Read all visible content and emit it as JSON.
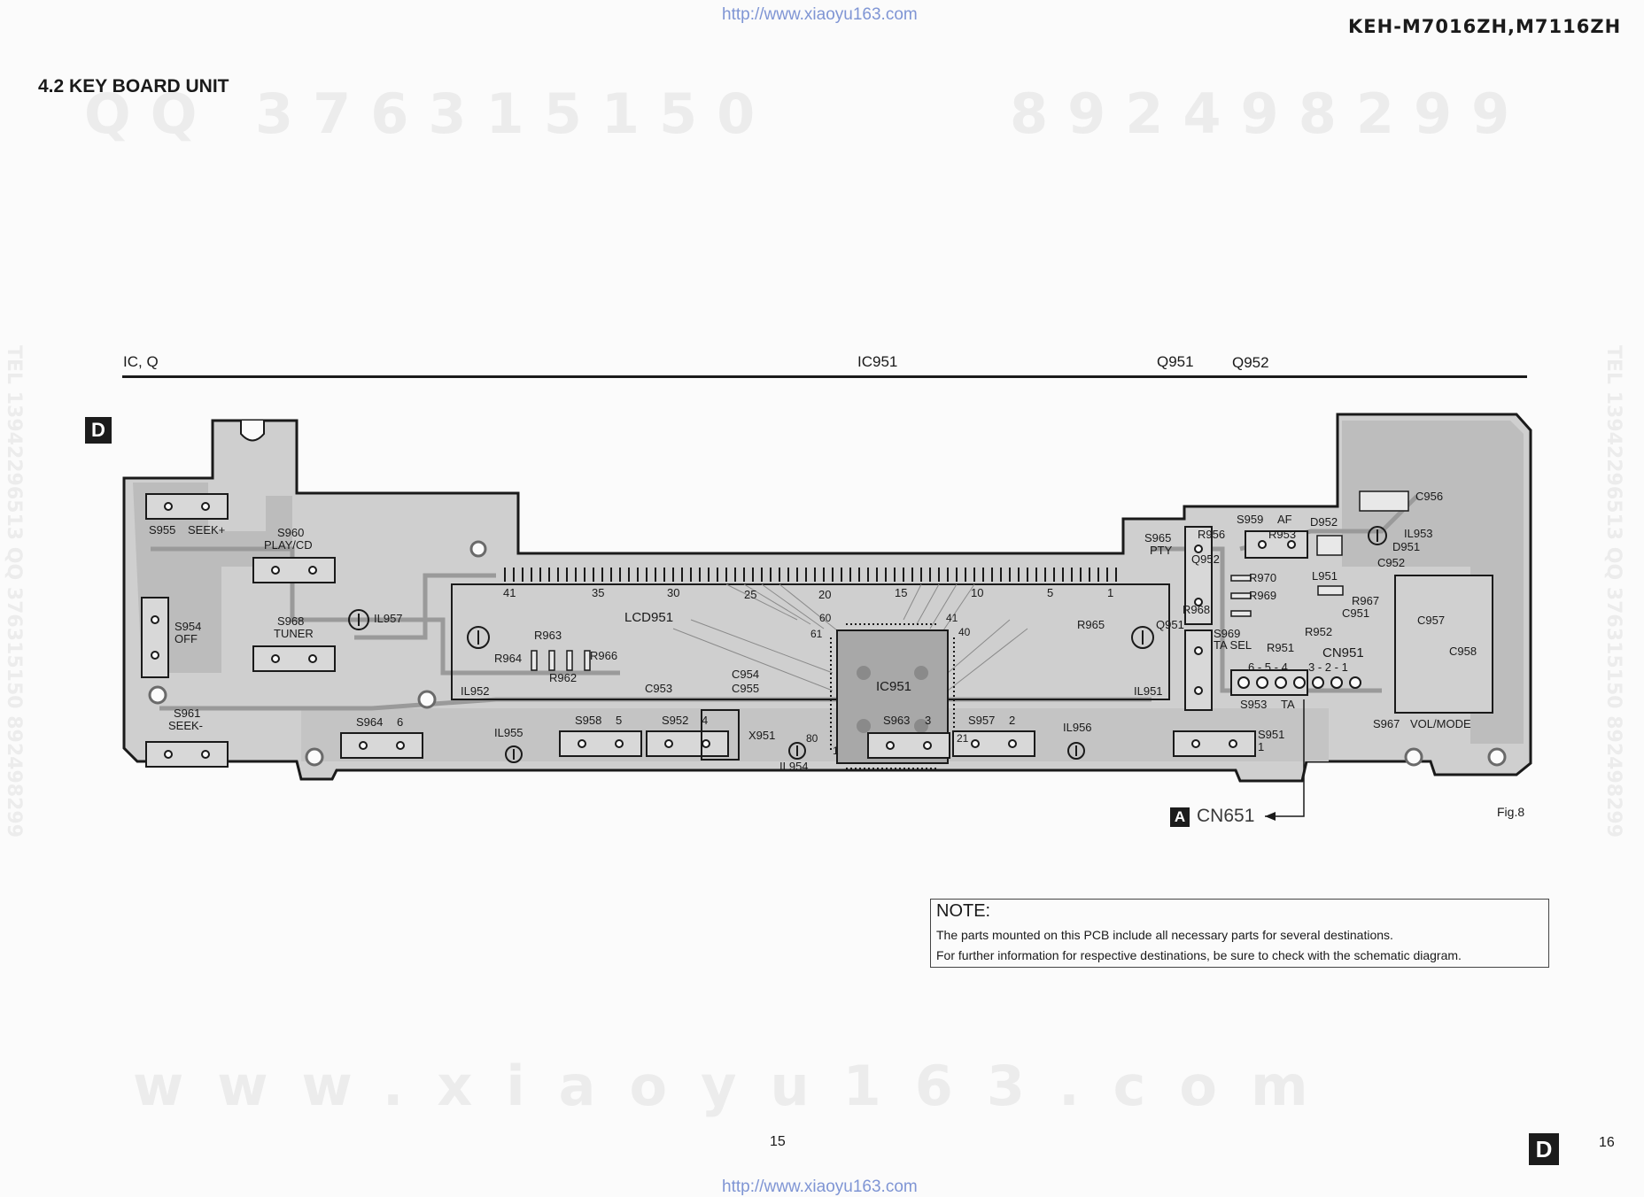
{
  "header": {
    "url_top": "http://www.xiaoyu163.com",
    "model": "KEH-M7016ZH,M7116ZH",
    "section_title": "4.2 KEY BOARD UNIT"
  },
  "watermarks": {
    "qq_left": "QQ 376315150",
    "qq_right": "892498299",
    "site": "www.xiaoyu163.com",
    "side_text": "TEL 13942296513 QQ 376315150 892498299"
  },
  "ic_header": {
    "label": "IC, Q",
    "ic951": "IC951",
    "q951": "Q951",
    "q952": "Q952"
  },
  "board": {
    "side_marker": "D",
    "connector_marker": "A",
    "connector_label": "CN651",
    "fig_label": "Fig.8",
    "switches": [
      {
        "ref": "S955",
        "func": "SEEK+"
      },
      {
        "ref": "S960",
        "func": "PLAY/CD"
      },
      {
        "ref": "S954",
        "func": "OFF"
      },
      {
        "ref": "S968",
        "func": "TUNER"
      },
      {
        "ref": "S961",
        "func": "SEEK-"
      },
      {
        "ref": "S964",
        "func": "6"
      },
      {
        "ref": "S958",
        "func": "5"
      },
      {
        "ref": "S952",
        "func": "4"
      },
      {
        "ref": "S963",
        "func": "3"
      },
      {
        "ref": "S957",
        "func": "2"
      },
      {
        "ref": "S951",
        "func": "1"
      },
      {
        "ref": "S965",
        "func": "PTY"
      },
      {
        "ref": "S959",
        "func": "AF"
      },
      {
        "ref": "S969",
        "func": "TA SEL"
      },
      {
        "ref": "S953",
        "func": "TA"
      },
      {
        "ref": "S967",
        "func": "VOL/MODE"
      }
    ],
    "parts": [
      "IL957",
      "IL952",
      "IL951",
      "IL955",
      "IL954",
      "IL956",
      "IL953",
      "LCD951",
      "IC951",
      "Q951",
      "Q952",
      "X951",
      "CN951",
      "R963",
      "R964",
      "R966",
      "R962",
      "R965",
      "R968",
      "R970",
      "R969",
      "R967",
      "R951",
      "R952",
      "R956",
      "R953",
      "C954",
      "C955",
      "C953",
      "C956",
      "C952",
      "C951",
      "C957",
      "C958",
      "D952",
      "D951",
      "L951"
    ],
    "lcd_pins": [
      "41",
      "35",
      "30",
      "25",
      "20",
      "15",
      "10",
      "5",
      "1"
    ],
    "ic_pins": {
      "tl": "60",
      "tr": "41",
      "ml": "61",
      "mr": "40",
      "bl": "1",
      "br": "80",
      "b21": "21"
    },
    "cn951_pins": "3 - 2 - 1",
    "s953_pins": "6 - 5 - 4"
  },
  "note": {
    "title": "NOTE:",
    "line1": "The parts mounted on this PCB include all necessary parts for several destinations.",
    "line2": "For further information for respective destinations, be sure to check with the schematic diagram."
  },
  "footer": {
    "page_left": "15",
    "page_right_marker": "D",
    "page_right": "16",
    "url_bottom": "http://www.xiaoyu163.com"
  }
}
